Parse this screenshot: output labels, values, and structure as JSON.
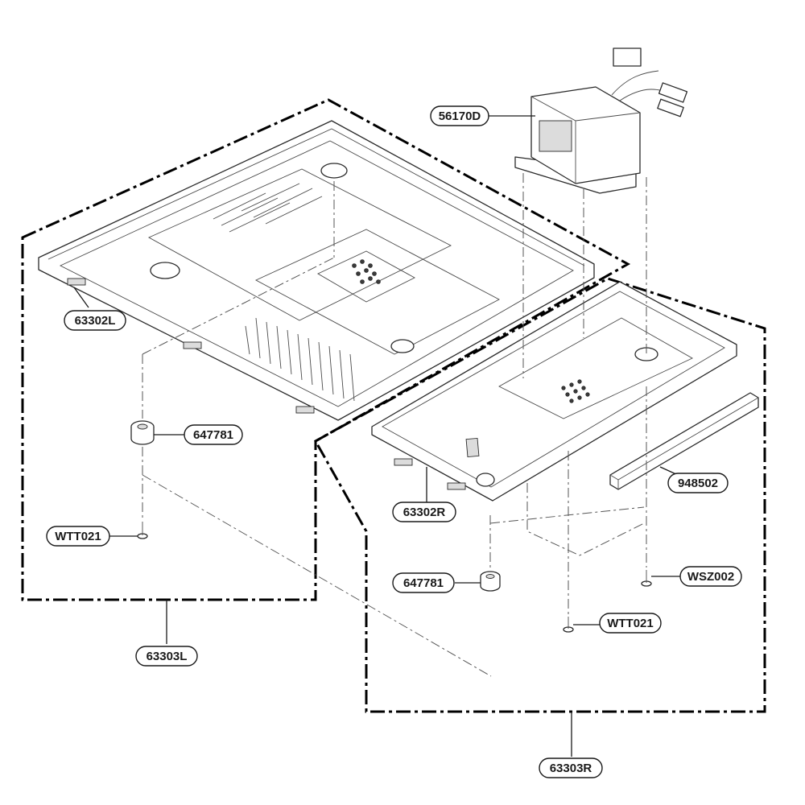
{
  "diagram": {
    "labels": {
      "transformer": "56170D",
      "tray_left": "63302L",
      "tray_right": "63302R",
      "foot_left": "647781",
      "foot_right": "647781",
      "screw_left": "WTT021",
      "screw_right": "WTT021",
      "screw_wsz": "WSZ002",
      "rack_strip": "948502",
      "assy_left": "63303L",
      "assy_right": "63303R"
    }
  }
}
